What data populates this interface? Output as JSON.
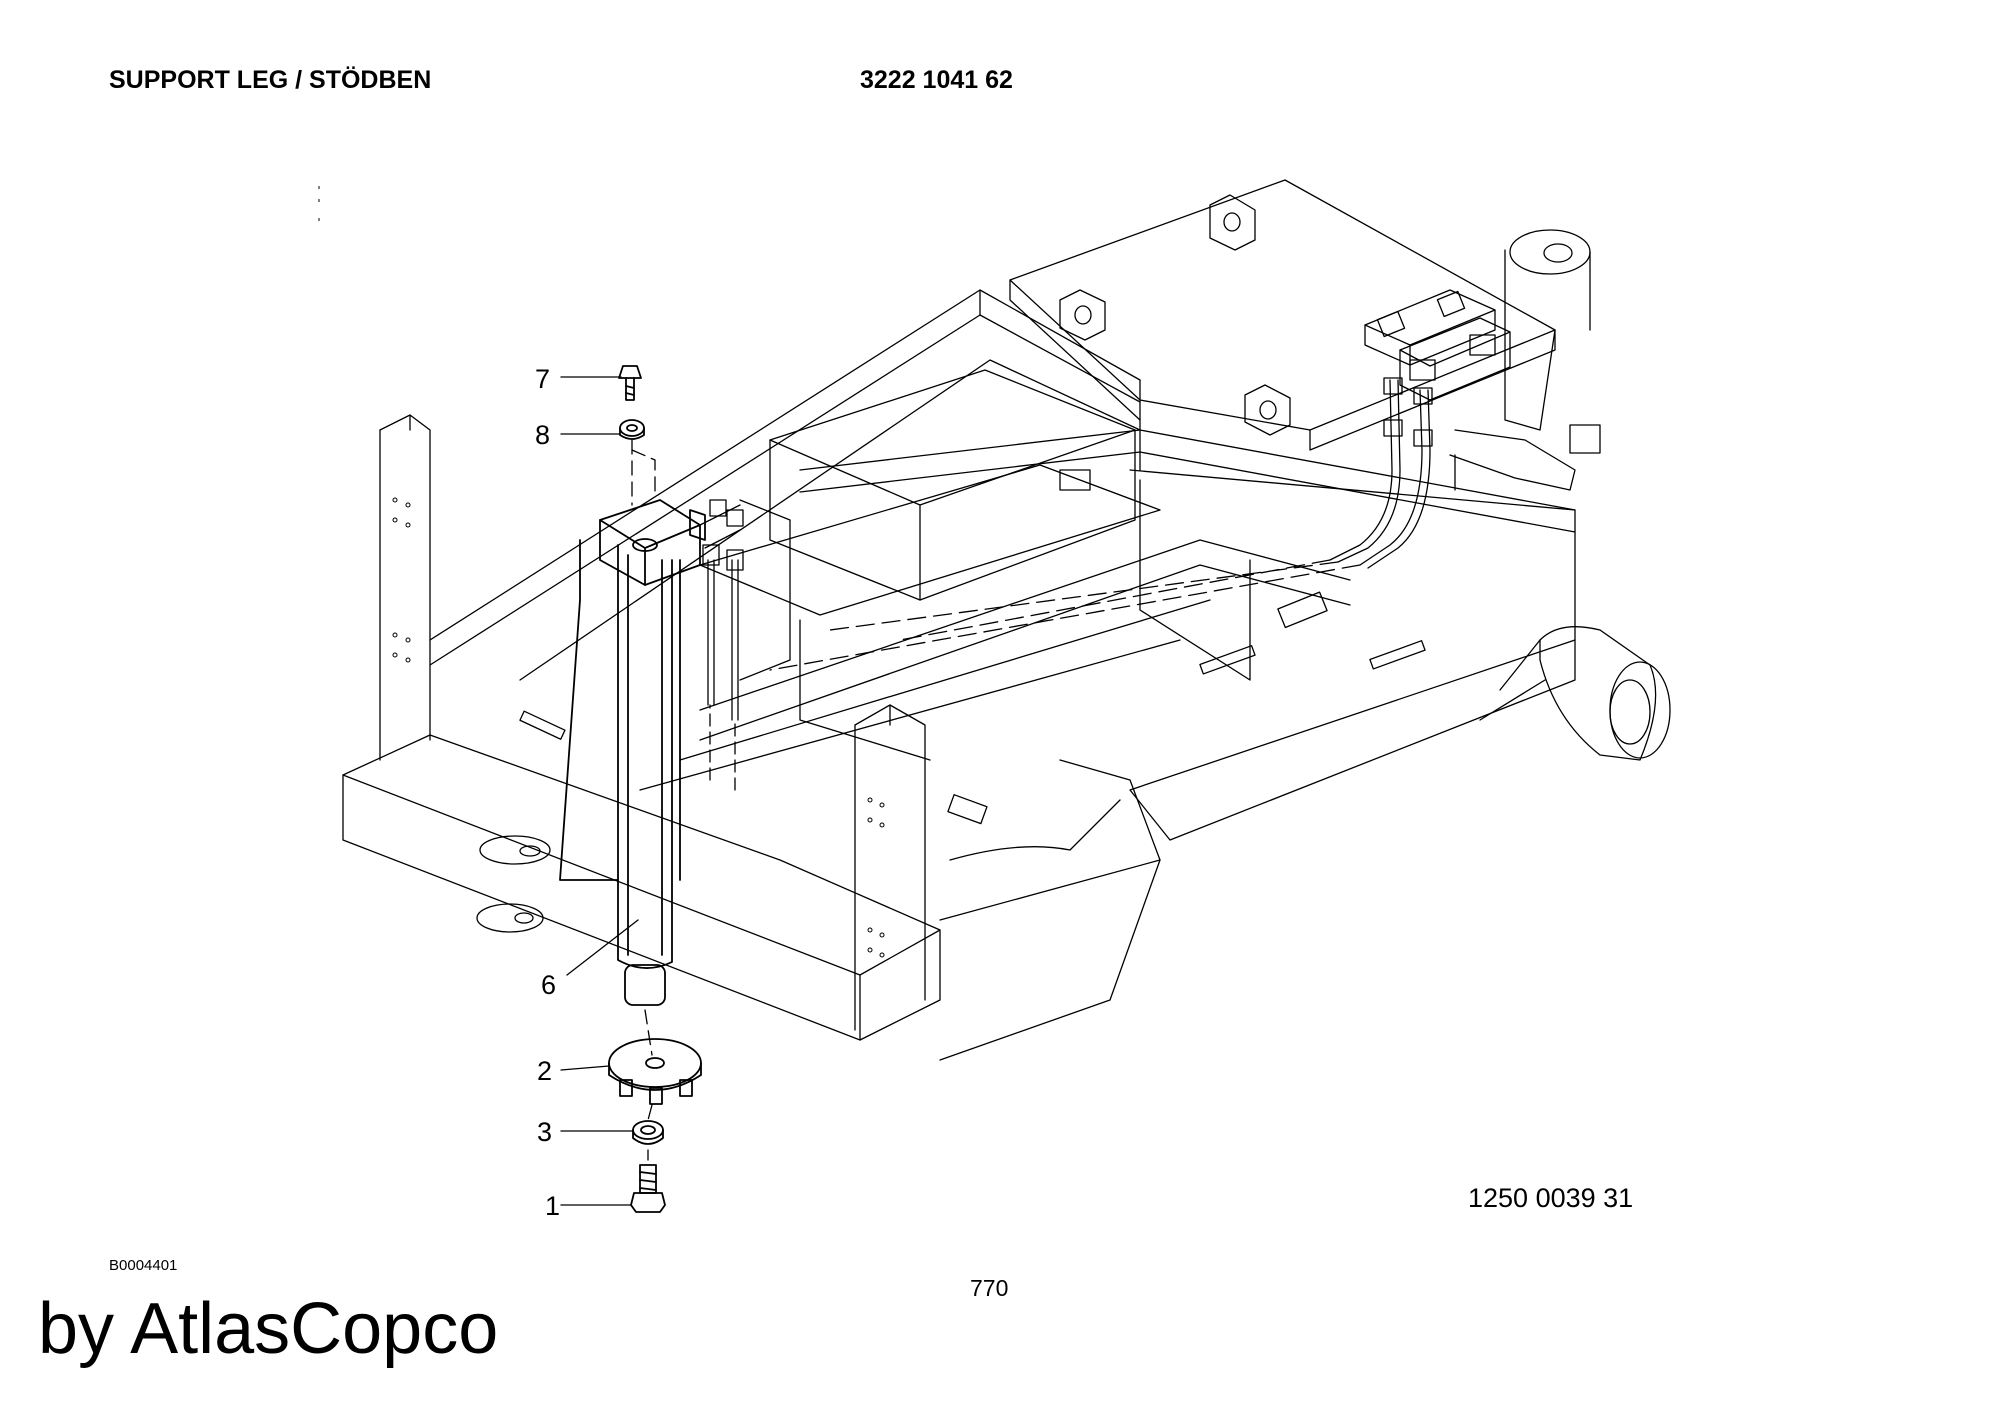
{
  "header": {
    "title": "SUPPORT LEG / STÖDBEN",
    "part_number": "3222 1041 62"
  },
  "callouts": [
    "7",
    "8",
    "6",
    "2",
    "3",
    "1"
  ],
  "footer": {
    "drawing_number": "1250 0039 31",
    "image_id": "B0004401",
    "page_number": "770",
    "brand": "by AtlasCopco"
  }
}
